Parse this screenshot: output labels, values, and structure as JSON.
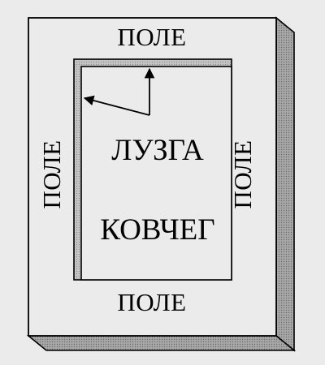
{
  "labels": {
    "top": "ПОЛЕ",
    "bottom": "ПОЛЕ",
    "left": "ПОЛЕ",
    "right": "ПОЛЕ",
    "inner_upper": "ЛУЗГА",
    "inner_lower": "КОВЧЕГ"
  },
  "colors": {
    "background": "#ebebeb",
    "panel_face": "#ebebeb",
    "panel_side": "#9a9a9a",
    "inner_frame": "#b0b0b0",
    "ink": "#000000"
  }
}
